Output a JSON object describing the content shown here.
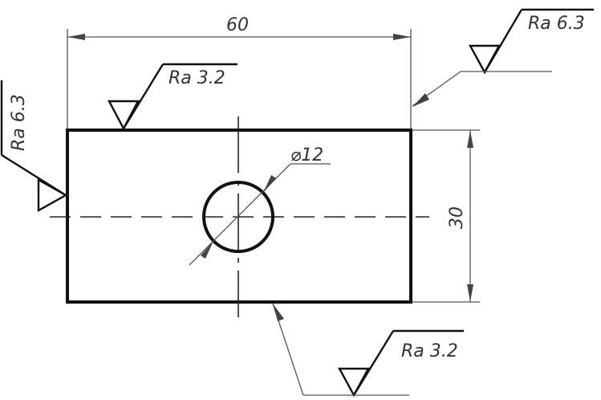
{
  "dimensions": {
    "width": "60",
    "height": "30",
    "hole_diameter": "⌀12"
  },
  "roughness": {
    "top_right": "Ra 6.3",
    "top_face": "Ra 3.2",
    "left_face": "Ra 6.3",
    "bottom_face": "Ra 3.2"
  },
  "colors": {
    "outline": "#111111",
    "dimension_line": "#555555",
    "text": "#333333"
  }
}
